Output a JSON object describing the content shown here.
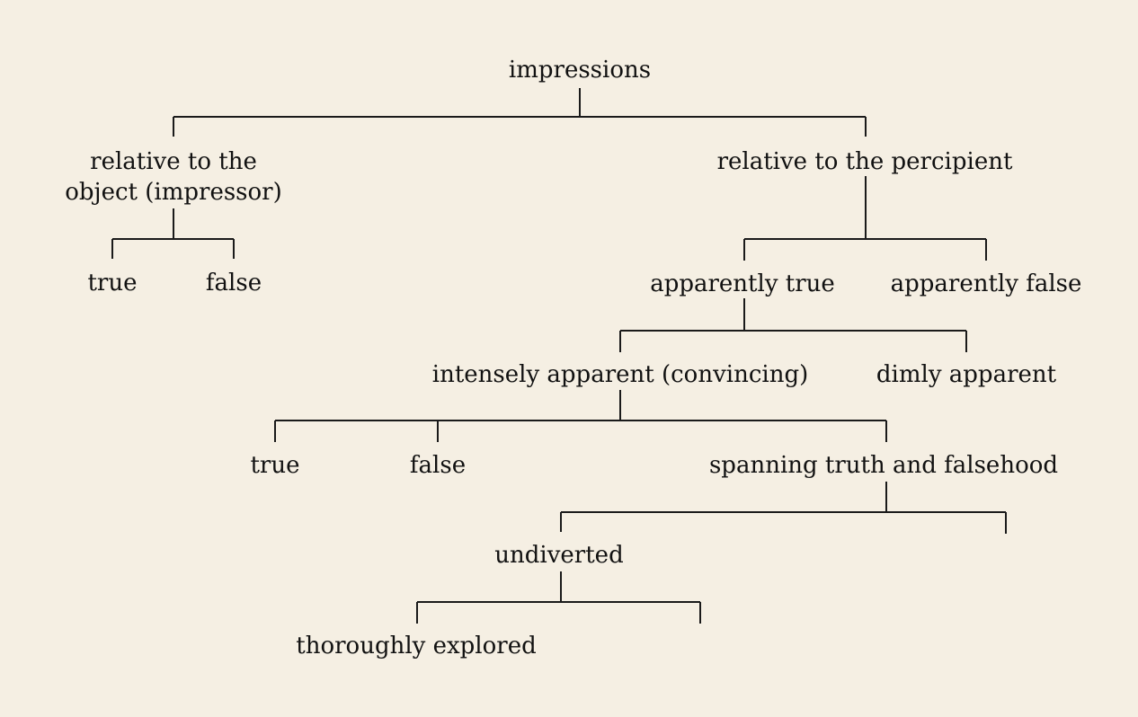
{
  "tree": {
    "root": "impressions",
    "relative_to_object": {
      "line1": "relative to the",
      "line2": "object (impressor)",
      "true": "true",
      "false": "false"
    },
    "relative_to_percipient": {
      "label": "relative to the percipient",
      "apparently_true": "apparently true",
      "apparently_false": "apparently false",
      "intensely_apparent": "intensely apparent (convincing)",
      "dimly_apparent": "dimly apparent",
      "true": "true",
      "false": "false",
      "spanning": "spanning truth and falsehood",
      "undiverted": "undiverted",
      "thoroughly_explored": "thoroughly explored"
    }
  }
}
